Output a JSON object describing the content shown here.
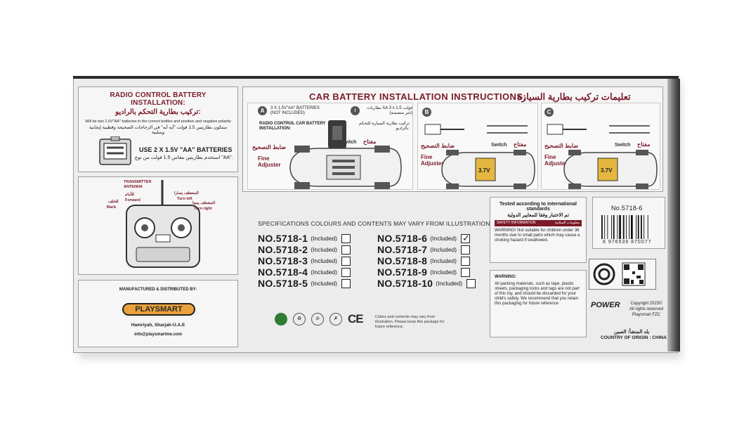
{
  "radio_panel": {
    "title": "RADIO CONTROL BATTERY INSTALLATION:",
    "title_ar": "تركيب بطارية التحكم بالراديو:",
    "desc": "Will be two 1.5V\"AA\" batteries in the correct bottles and positive and negative polarity",
    "desc_ar": "ستكون بطاريتين 1.5 فولت \"أيه أيه\" في الزجاجات الصحيحة وقطبية إيجابية وسلبية",
    "use": "USE 2 X 1.5V \"AA\" BATTERIES",
    "use_ar": "استخدم بطاريتين مقاس 1.5 فولت من نوع \"AA\"."
  },
  "controller": {
    "antenna": "TRANSMITTER ANTENNA",
    "forward": "Forward",
    "forward_ar": "للأمام",
    "back": "Back",
    "back_ar": "للخلف",
    "turn_left": "Turn left",
    "turn_left_ar": "المنعطف يسارا",
    "turn_right": "Turn right",
    "turn_right_ar": "المنعطف يمينا"
  },
  "manufacturer": {
    "title": "MANUFACTURED & DISTRIBUTED BY:",
    "brand": "PLAYSMART",
    "address": "Hamriyah, Sharjah-U.A.E",
    "email": "info@playsmartme.com"
  },
  "car_panel": {
    "title": "CAR BATTERY INSTALLATION INSTRUCTIONS:",
    "title_ar": "تعليمات تركيب بطارية السيارة",
    "step_a": "A",
    "step_a_text": "3 X 1.5V\"AA\" BATTERIES (NOT INCLUDED)",
    "step_a_ar": "بطاريات AA 3 x 1.5 فولت (غير متضمنة)",
    "radio_label": "RADIO CONTROL CAR BATTERY INSTALLATION:",
    "radio_label_ar": "تركيب بطارية السيارة للتحكم بالراديو:",
    "fine_ar": "ضابط التصحيح",
    "fine": "Fine Adjuster",
    "switch": "Switch",
    "switch_ar": "مفتاح",
    "step_b": "B",
    "step_c": "C",
    "battery_label": "3.7V"
  },
  "specs": {
    "title": "SPECIFICATIONS COLOURS AND CONTENTS MAY VARY FROM ILLUSTRATIONS",
    "included": "(Included)",
    "left": [
      "NO.5718-1",
      "NO.5718-2",
      "NO.5718-3",
      "NO.5718-4",
      "NO.5718-5"
    ],
    "right": [
      "NO.5718-6",
      "NO.5718-7",
      "NO.5718-8",
      "NO.5718-9",
      "NO.5718-10"
    ],
    "checked": "NO.5718-6"
  },
  "certs": {
    "ce": "CE",
    "note": "Colors and contents may vary from illustration. Please keep this package for future reference."
  },
  "standards": {
    "title": "Tested according to international standards",
    "title_ar": "تم الاختبار وفقا للمعايير الدولية",
    "safety": "SAFETY INFORMATION",
    "safety_ar": "معلومات السلامة",
    "warning": "WARNING! Not suitable for children under 36 months due to small parts which may cause a choking hazard if swallowed."
  },
  "warning_panel": {
    "title": "WARNING:",
    "text": "All packing materials, such as tape, plastic sheets, packaging locks and tags are not part of this toy, and should be discarded for your child's safety. We recommend that you retain this packaging for future reference"
  },
  "barcode": {
    "model": "No.5718-6",
    "number": "6 976539 870077"
  },
  "footer": {
    "power": "POWER",
    "copyright_1": "Copyright 2023©",
    "copyright_2": "All rights reserved",
    "copyright_3": "Playsmart FZC",
    "origin_ar": "بلد المنشأ: الصين",
    "origin": "COUNTRY OF ORIGIN : CHINA"
  }
}
